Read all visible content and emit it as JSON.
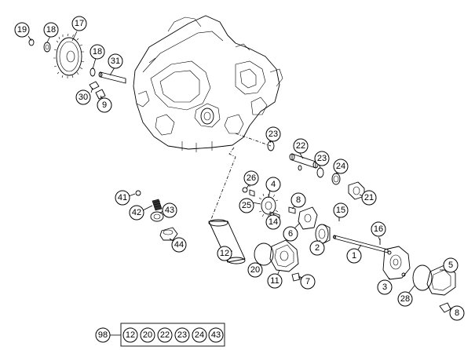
{
  "callouts": [
    {
      "id": "c19",
      "label": "19"
    },
    {
      "id": "c18a",
      "label": "18"
    },
    {
      "id": "c17",
      "label": "17"
    },
    {
      "id": "c18b",
      "label": "18"
    },
    {
      "id": "c31",
      "label": "31"
    },
    {
      "id": "c30",
      "label": "30"
    },
    {
      "id": "c9",
      "label": "9"
    },
    {
      "id": "c23a",
      "label": "23"
    },
    {
      "id": "c22",
      "label": "22"
    },
    {
      "id": "c23b",
      "label": "23"
    },
    {
      "id": "c24",
      "label": "24"
    },
    {
      "id": "c21",
      "label": "21"
    },
    {
      "id": "c26",
      "label": "26"
    },
    {
      "id": "c4",
      "label": "4"
    },
    {
      "id": "c25",
      "label": "25"
    },
    {
      "id": "c8a",
      "label": "8"
    },
    {
      "id": "c15",
      "label": "15"
    },
    {
      "id": "c14",
      "label": "14"
    },
    {
      "id": "c41",
      "label": "41"
    },
    {
      "id": "c42",
      "label": "42"
    },
    {
      "id": "c43",
      "label": "43"
    },
    {
      "id": "c6",
      "label": "6"
    },
    {
      "id": "c16",
      "label": "16"
    },
    {
      "id": "c44",
      "label": "44"
    },
    {
      "id": "c12",
      "label": "12"
    },
    {
      "id": "c2",
      "label": "2"
    },
    {
      "id": "c1",
      "label": "1"
    },
    {
      "id": "c5",
      "label": "5"
    },
    {
      "id": "c20",
      "label": "20"
    },
    {
      "id": "c11",
      "label": "11"
    },
    {
      "id": "c7",
      "label": "7"
    },
    {
      "id": "c3",
      "label": "3"
    },
    {
      "id": "c28",
      "label": "28"
    },
    {
      "id": "c8b",
      "label": "8"
    }
  ],
  "kit": {
    "label": "98",
    "items": [
      "12",
      "20",
      "22",
      "23",
      "24",
      "43"
    ]
  }
}
